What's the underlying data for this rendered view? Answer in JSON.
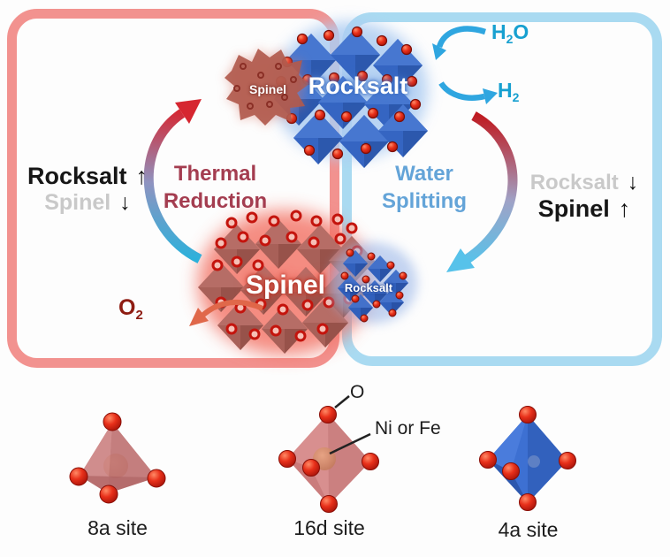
{
  "panels": {
    "left": {
      "rocksalt": {
        "label": "Rocksalt",
        "arrow": "↑"
      },
      "spinel": {
        "label": "Spinel",
        "arrow": "↓"
      },
      "process": {
        "line1": "Thermal",
        "line2": "Reduction"
      },
      "o2": {
        "base": "O",
        "sub": "2"
      }
    },
    "right": {
      "h2o": {
        "p1": "H",
        "sub": "2",
        "p2": "O"
      },
      "h2": {
        "p1": "H",
        "sub": "2"
      },
      "process": {
        "line1": "Water",
        "line2": "Splitting"
      },
      "rocksalt": {
        "label": "Rocksalt",
        "arrow": "↓"
      },
      "spinel": {
        "label": "Spinel",
        "arrow": "↑"
      }
    }
  },
  "structures": {
    "rocksalt_large": "Rocksalt",
    "spinel_small": "Spinel",
    "spinel_large": "Spinel",
    "rocksalt_small": "Rocksalt"
  },
  "legend": {
    "o_label": "O",
    "cation_label": "Ni or Fe",
    "sites": [
      {
        "label": "8a site"
      },
      {
        "label": "16d site"
      },
      {
        "label": "4a site"
      }
    ]
  },
  "colors": {
    "red_panel_border": "#f2928f",
    "blue_panel_border": "#a9daf1",
    "thermal_text": "#a43d50",
    "water_text": "#64a4d8",
    "gas_text": "#17a0d0",
    "o2_text": "#8e1c12",
    "faded_text": "#c9c9c9",
    "dark_text": "#161616",
    "red_sphere": "#dd2012",
    "blue_octahedron": "#3d70d2",
    "red_octahedron": "#d88f8f"
  }
}
